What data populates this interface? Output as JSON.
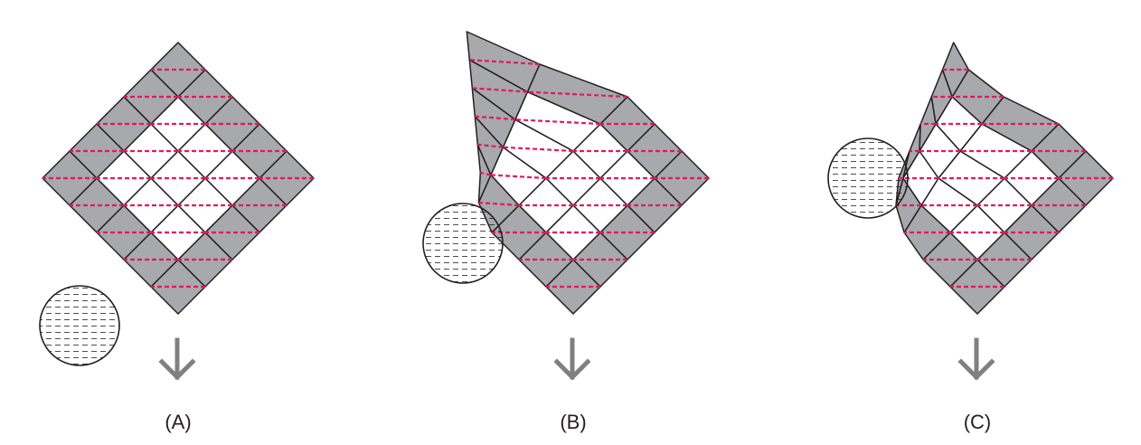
{
  "panels": [
    {
      "id": "A",
      "label": "(A)"
    },
    {
      "id": "B",
      "label": "(B)"
    },
    {
      "id": "C",
      "label": "(C)"
    }
  ],
  "colors": {
    "shaded_tile": "#a7a9ac",
    "outline": "#231f20",
    "fold_line": "#e5175f",
    "arrow": "#808080",
    "background": "#ffffff"
  },
  "icons": {
    "disc": "hatched-circle-icon",
    "arrow": "down-arrow-icon"
  }
}
